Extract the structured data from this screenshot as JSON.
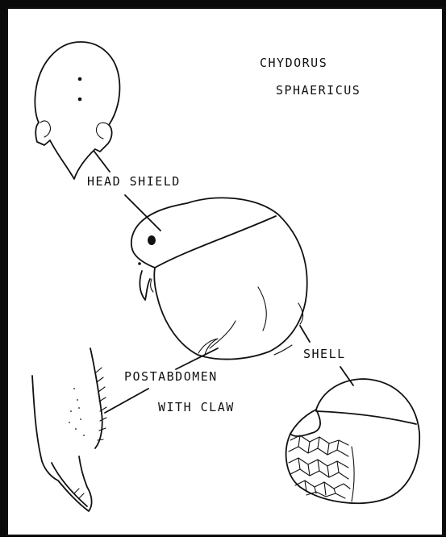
{
  "title": {
    "line1": "CHYDORUS",
    "line2": "SPHAERICUS"
  },
  "labels": {
    "head_shield": "HEAD SHIELD",
    "shell": "SHELL",
    "postabdomen_line1": "POSTABDOMEN",
    "postabdomen_line2": "WITH CLAW"
  },
  "colors": {
    "ink": "#111111",
    "paper": "#ffffff",
    "frame": "#0a0a0a"
  }
}
